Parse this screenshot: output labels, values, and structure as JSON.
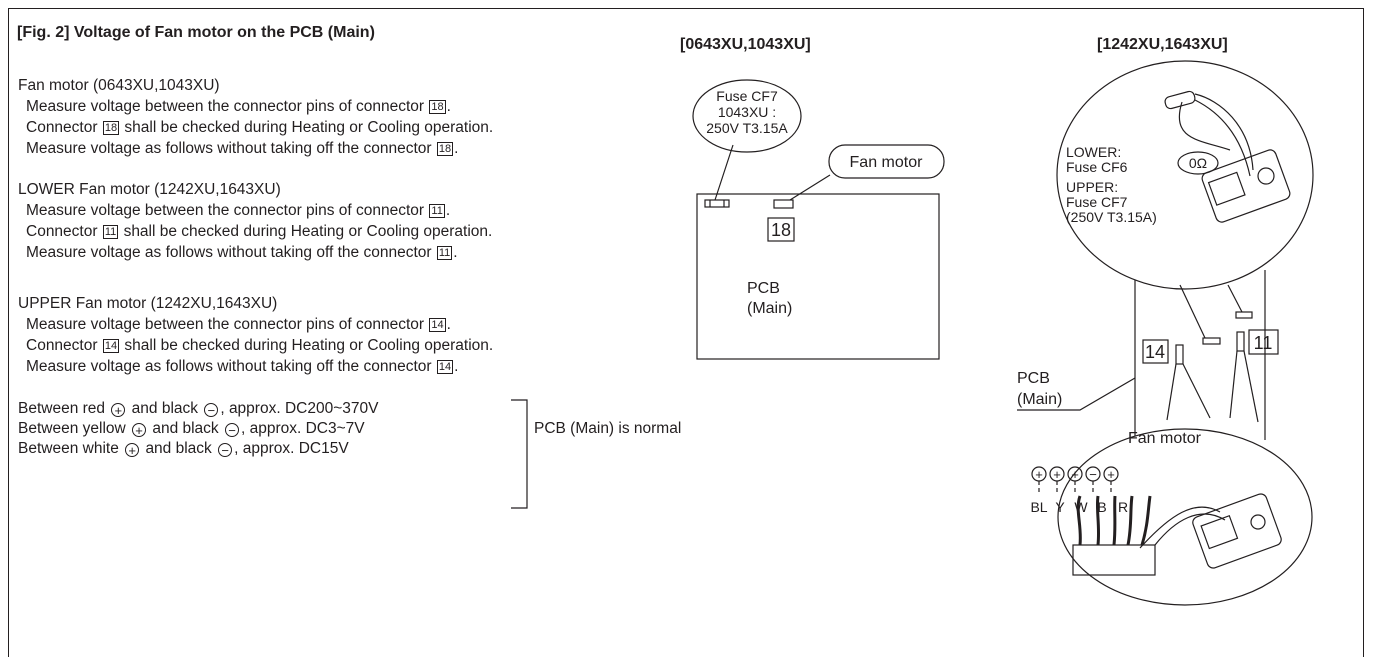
{
  "title": "[Fig. 2] Voltage of Fan motor on the PCB (Main)",
  "left": {
    "sections": [
      {
        "heading": "Fan motor (0643XU,1043XU)",
        "line1_pre": "Measure voltage between the connector pins of connector",
        "line2_pre": "Connector",
        "line2_post": "shall be checked during Heating or Cooling operation.",
        "line3_pre": "Measure voltage as follows without taking off the connector",
        "connector": "18"
      },
      {
        "heading": "LOWER Fan motor (1242XU,1643XU)",
        "line1_pre": "Measure voltage between the connector pins of connector",
        "line2_pre": "Connector",
        "line2_post": "shall be checked during Heating or Cooling operation.",
        "line3_pre": "Measure voltage as follows without taking off the connector",
        "connector": "11"
      },
      {
        "heading": "UPPER Fan motor (1242XU,1643XU)",
        "line1_pre": "Measure voltage between the connector pins of connector",
        "line2_pre": "Connector",
        "line2_post": "shall be checked during Heating or Cooling operation.",
        "line3_pre": "Measure voltage as follows without taking off the connector",
        "connector": "14"
      }
    ],
    "voltages": [
      {
        "pre": "Between red",
        "mid": "and black",
        "post": ", approx. DC200~370V"
      },
      {
        "pre": "Between yellow",
        "mid": "and black",
        "post": ", approx. DC3~7V"
      },
      {
        "pre": "Between white",
        "mid": "and black",
        "post": ", approx. DC15V"
      }
    ],
    "plus_symbol": "+",
    "minus_symbol": "−",
    "normal_label": "PCB (Main) is normal"
  },
  "mid_diagram": {
    "header": "[0643XU,1043XU]",
    "fuse_line1": "Fuse CF7",
    "fuse_line2": "1043XU :",
    "fuse_line3": "250V T3.15A",
    "fan_motor": "Fan motor",
    "connector": "18",
    "pcb_line1": "PCB",
    "pcb_line2": "(Main)"
  },
  "right_diagram": {
    "header": "[1242XU,1643XU]",
    "lower_line1": "LOWER:",
    "lower_line2": "Fuse CF6",
    "upper_line1": "UPPER:",
    "upper_line2": "Fuse CF7",
    "upper_line3": "(250V T3.15A)",
    "ohm": "0Ω",
    "connector_14": "14",
    "connector_11": "11",
    "pcb_line1": "PCB",
    "pcb_line2": "(Main)",
    "fan_motor": "Fan motor",
    "pin_polarity": [
      "+",
      "+",
      "+",
      "−",
      "+"
    ],
    "pin_labels": [
      "BL",
      "Y",
      "W",
      "B",
      "R"
    ]
  }
}
